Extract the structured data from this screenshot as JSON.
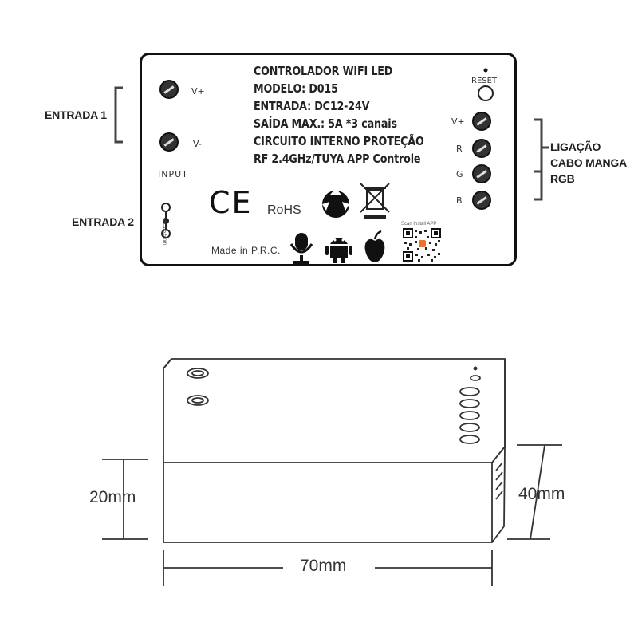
{
  "side_labels": {
    "entrada1": "ENTRADA 1",
    "entrada2": "ENTRADA 2",
    "ligacao_line1": "LIGAÇÃO",
    "ligacao_line2": "CABO MANGA",
    "ligacao_line3": "RGB"
  },
  "specs": [
    "CONTROLADOR WIFI LED",
    "MODELO: D015",
    "ENTRADA: DC12-24V",
    "SAÍDA MAX.: 5A *3 canais",
    "CIRCUITO INTERNO PROTEÇÃO",
    "RF 2.4GHz/TUYA APP Controle"
  ],
  "input_terminals": {
    "vplus": "V+",
    "vminus": "V-",
    "input_label": "INPUT",
    "jack_label": "Ø2.1/5.5mm"
  },
  "output_terminals": {
    "reset": "RESET",
    "vplus": "V+",
    "r": "R",
    "g": "G",
    "b": "B"
  },
  "marks": {
    "ce": "CE",
    "rohs": "RoHS",
    "made_in": "Made in P.R.C.",
    "scan": "Scan Install APP"
  },
  "icons": [
    "recycle-icon",
    "weee-bin-icon",
    "microphone-icon",
    "android-icon",
    "apple-icon",
    "qr-code"
  ],
  "dimensions": {
    "height": "20mm",
    "depth": "40mm",
    "width": "70mm"
  }
}
